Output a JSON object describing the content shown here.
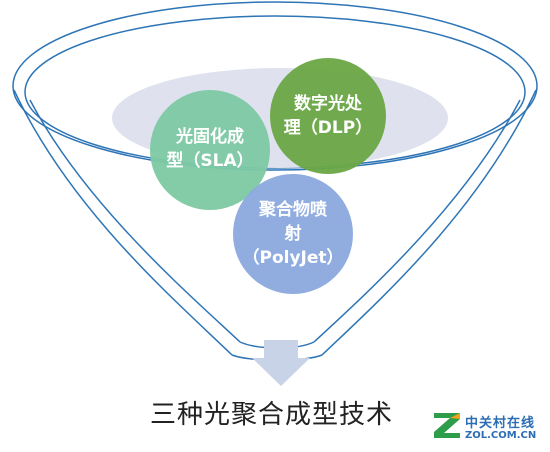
{
  "bubbles": [
    {
      "line1": "光固化成",
      "line2": "型（SLA）",
      "line3": "",
      "color": "#7dc9a3"
    },
    {
      "line1": "数字光处",
      "line2": "理（DLP）",
      "line3": "",
      "color": "#6aa645"
    },
    {
      "line1": "聚合物喷",
      "line2": "射",
      "line3": "（PolyJet）",
      "color": "#8ba9de"
    }
  ],
  "funnel": {
    "outline_color": "#2e75b6",
    "ellipse_fill": "#dfe2ee",
    "arrow_color": "#c9d3e8"
  },
  "caption": "三种光聚合成型技术",
  "watermark": {
    "cn": "中关村在线",
    "en": "ZOL.COM.CN"
  }
}
